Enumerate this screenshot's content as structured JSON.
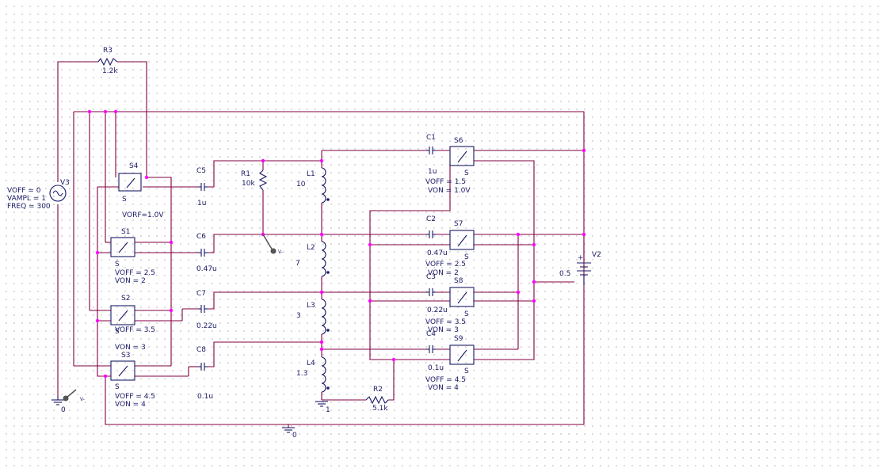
{
  "colors": {
    "wire": "#800040",
    "part": "#1a1a66",
    "junction": "#ff00ff",
    "probe": "#555555"
  },
  "sources": {
    "v3": {
      "name": "V3",
      "voff": "VOFF = 0",
      "vampl": "VAMPL = 1",
      "freq": "FREQ = 300"
    },
    "v2": {
      "name": "V2",
      "value": "0.5"
    }
  },
  "resistors": {
    "r3": {
      "name": "R3",
      "value": "1.2k"
    },
    "r1": {
      "name": "R1",
      "value": "10k"
    },
    "r2": {
      "name": "R2",
      "value": "5.1k"
    }
  },
  "capacitors": {
    "c5": {
      "name": "C5",
      "value": "1u"
    },
    "c6": {
      "name": "C6",
      "value": "0.47u"
    },
    "c7": {
      "name": "C7",
      "value": "0.22u"
    },
    "c8": {
      "name": "C8",
      "value": "0.1u"
    },
    "c1": {
      "name": "C1",
      "value": "1u"
    },
    "c2": {
      "name": "C2",
      "value": "0.47u"
    },
    "c3": {
      "name": "C3",
      "value": "0.22u"
    },
    "c4": {
      "name": "C4",
      "value": "0.1u"
    }
  },
  "inductors": {
    "l1": {
      "name": "L1",
      "value": "10"
    },
    "l2": {
      "name": "L2",
      "value": "7"
    },
    "l3": {
      "name": "L3",
      "value": "3"
    },
    "l4": {
      "name": "L4",
      "value": "1.3"
    }
  },
  "switches": {
    "s4": {
      "name": "S4",
      "model": "S",
      "params": "VORF=1.0V"
    },
    "s1": {
      "name": "S1",
      "model": "S",
      "voff": "VOFF = 2.5",
      "von": "VON = 2"
    },
    "s2": {
      "name": "S2",
      "model": "S",
      "voff": "VOFF = 3.5",
      "von": "VON = 3"
    },
    "s3": {
      "name": "S3",
      "model": "S",
      "voff": "VOFF = 4.5",
      "von": "VON = 4"
    },
    "s6": {
      "name": "S6",
      "model": "S",
      "voff": "VOFF = 1.5",
      "von": "VON = 1.0V"
    },
    "s7": {
      "name": "S7",
      "model": "S",
      "voff": "VOFF = 2.5",
      "von": "VON = 2"
    },
    "s8": {
      "name": "S8",
      "model": "S",
      "voff": "VOFF = 3.5",
      "von": "VON = 3"
    },
    "s9": {
      "name": "S9",
      "model": "S",
      "voff": "VOFF = 4.5",
      "von": "VON = 4"
    }
  },
  "grounds": {
    "g_v3": "0",
    "g_l4": "1",
    "g_bottom": "0"
  },
  "probes": {
    "p1": "V-",
    "p2": "V-"
  }
}
